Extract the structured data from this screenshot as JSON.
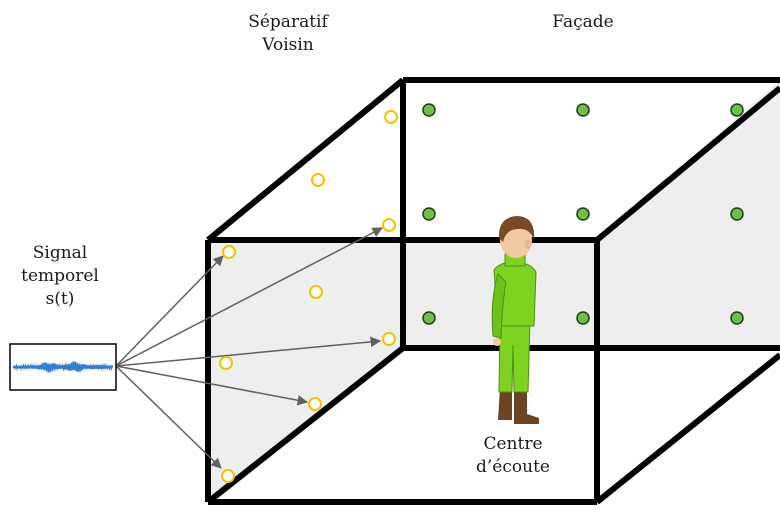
{
  "labels": {
    "separatif_line1": "Séparatif",
    "separatif_line2": "Voisin",
    "facade": "Façade",
    "signal_line1": "Signal",
    "signal_line2": "temporel",
    "signal_line3": "s(t)",
    "centre_line1": "Centre",
    "centre_line2": "d’écoute"
  },
  "colors": {
    "wall_fill": "#eeeeee",
    "edge": "#000000",
    "arrow": "#606060",
    "source_ring": "#f2c200",
    "receiver_fill": "#6cc04a",
    "waveform": "#2f7fd8",
    "figure_body": "#7ed321",
    "figure_skin": "#f2c9a0",
    "figure_hair": "#7a4a26",
    "figure_boots": "#6b4423"
  },
  "icons": {
    "waveform": "waveform-icon",
    "listener": "person-icon"
  }
}
